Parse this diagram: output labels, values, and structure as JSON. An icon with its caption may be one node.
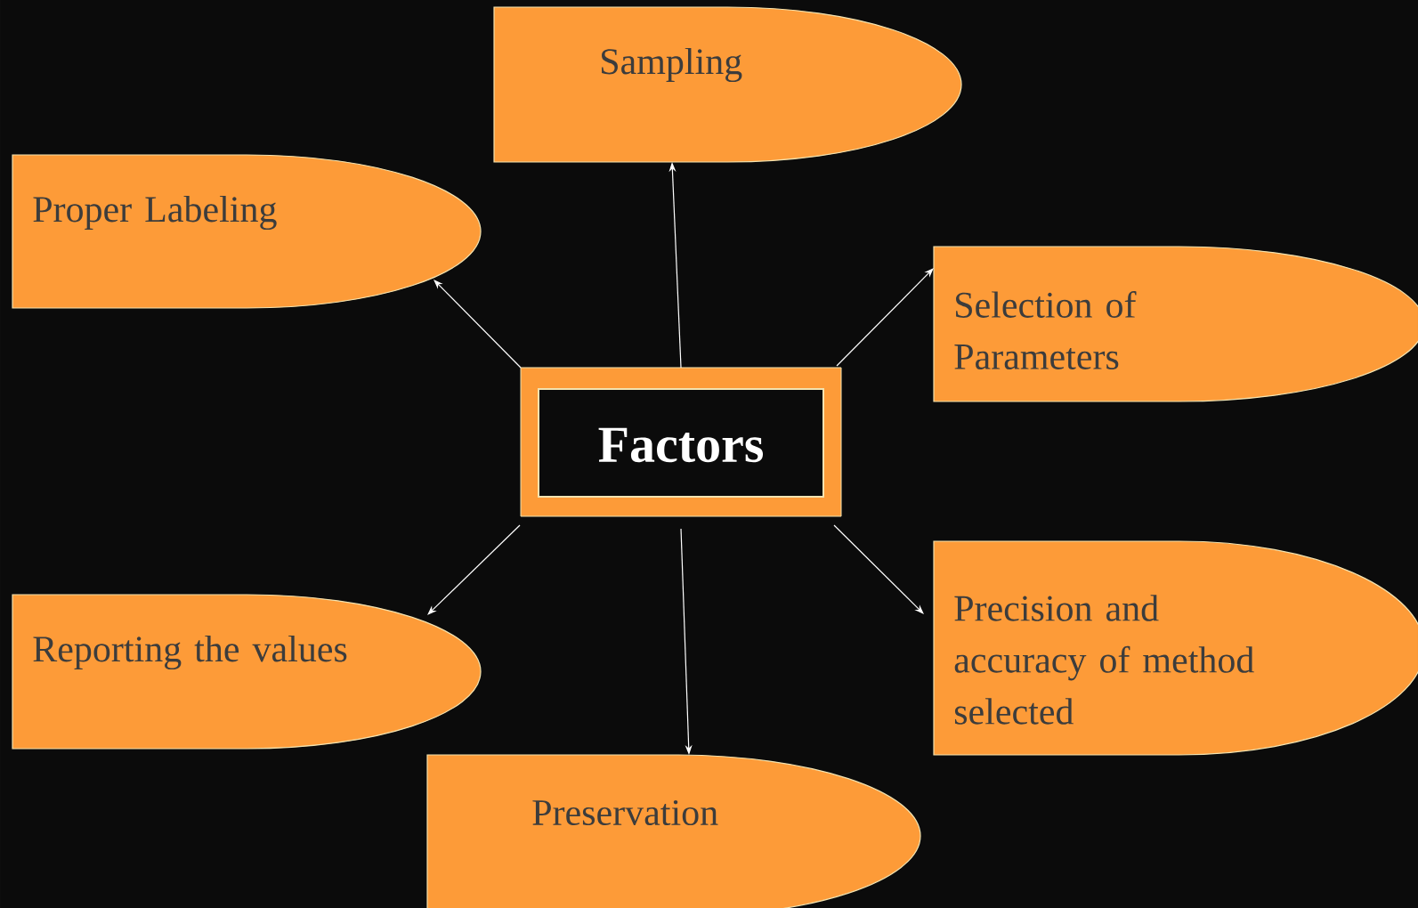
{
  "diagram": {
    "nodes": [
      {
        "text": [
          "Sampling"
        ]
      },
      {
        "text": [
          "Proper Labeling"
        ]
      },
      {
        "text": [
          "Selection of Parameters"
        ]
      },
      {
        "text": [
          "Factors"
        ]
      },
      {
        "text": [
          "Reporting the values"
        ]
      },
      {
        "text": [
          "Precision and accuracy of method selected"
        ]
      },
      {
        "text": [
          "Preservation"
        ]
      }
    ],
    "edges": [
      {
        "from": 3,
        "to": 0,
        "arrow": "to"
      },
      {
        "from": 3,
        "to": 1,
        "arrow": "to"
      },
      {
        "from": 3,
        "to": 2,
        "arrow": "to"
      },
      {
        "from": 3,
        "to": 4,
        "arrow": "to"
      },
      {
        "from": 3,
        "to": 5,
        "arrow": "to"
      },
      {
        "from": 3,
        "to": 6,
        "arrow": "to"
      }
    ]
  }
}
